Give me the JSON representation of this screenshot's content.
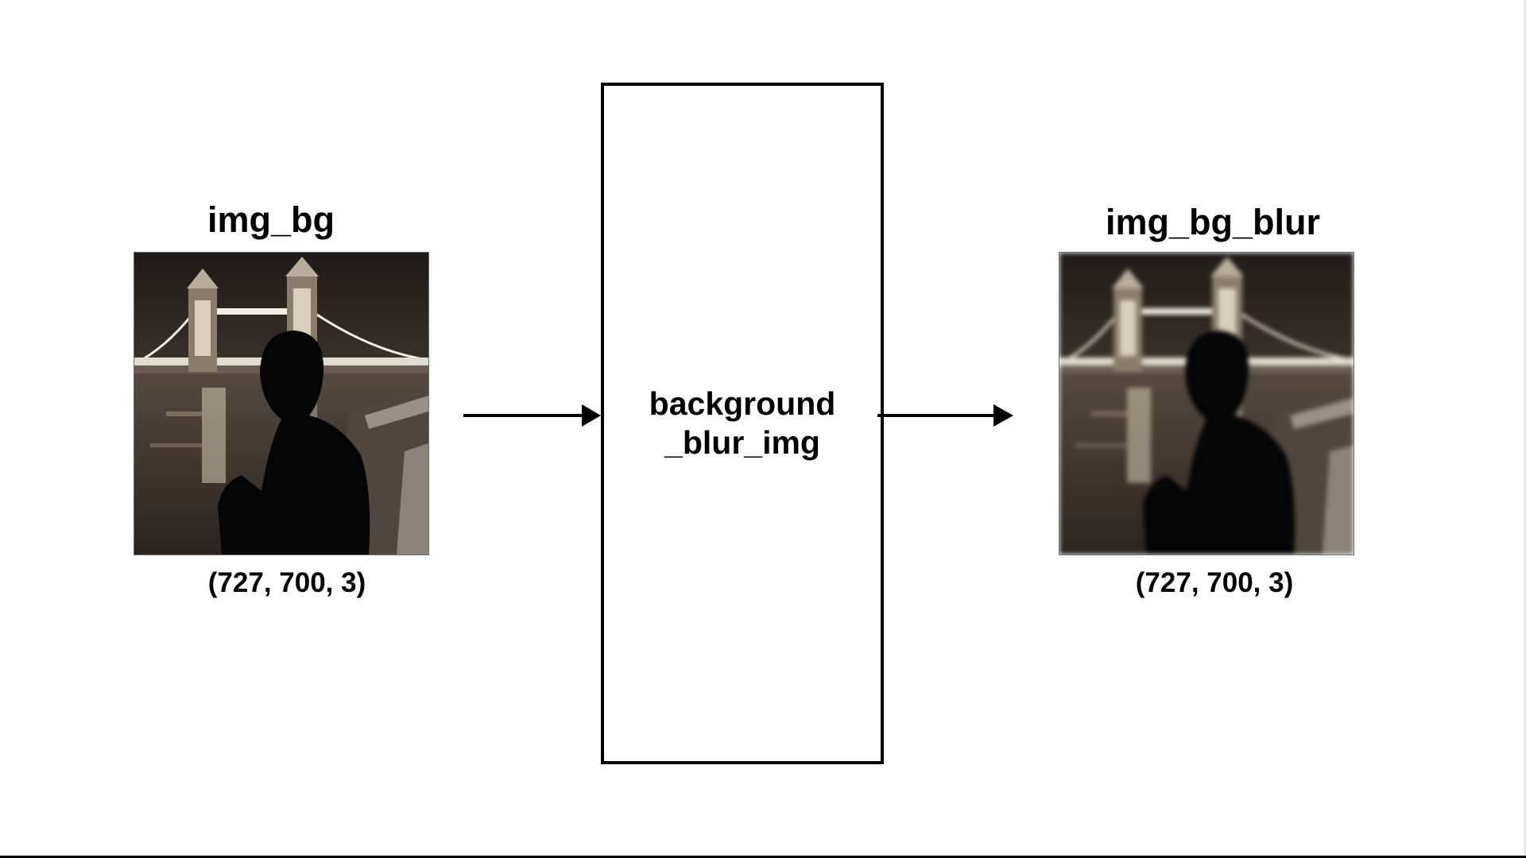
{
  "input": {
    "label": "img_bg",
    "shape": "(727, 700, 3)"
  },
  "function": {
    "name_line1": "background",
    "name_line2": "_blur_img"
  },
  "output": {
    "label": "img_bg_blur",
    "shape": "(727, 700, 3)"
  },
  "colors": {
    "stroke": "#000000",
    "background": "#ffffff",
    "sky": "#2a2420",
    "water": "#4a4038",
    "light": "#f2efe6"
  }
}
